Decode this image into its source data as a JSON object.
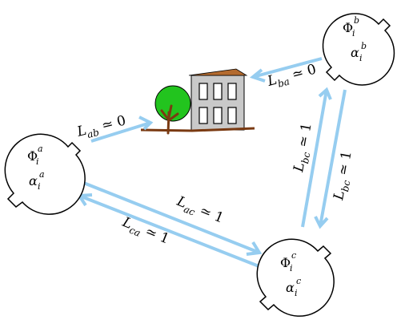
{
  "colors": {
    "arrow": "#96cdf0",
    "tree_leaves": "#22c41e",
    "tree_trunk": "#7a3a12",
    "ground": "#7a3a12",
    "roof": "#b36a2e",
    "building": "#c9c9c9"
  },
  "agents": {
    "a": {
      "phi": "Φ",
      "phi_sub": "i",
      "phi_sup": "a",
      "alpha": "α",
      "alpha_sub": "i",
      "alpha_sup": "a"
    },
    "b": {
      "phi": "Φ",
      "phi_sub": "i",
      "phi_sup": "b",
      "alpha": "α",
      "alpha_sub": "i",
      "alpha_sup": "b"
    },
    "c": {
      "phi": "Φ",
      "phi_sub": "i",
      "phi_sup": "c",
      "alpha": "α",
      "alpha_sub": "i",
      "alpha_sup": "c"
    }
  },
  "edges": {
    "ab": {
      "L": "L",
      "sub": "ab",
      "rel": " ≃ 0"
    },
    "ba": {
      "L": "L",
      "sub": "ba",
      "rel": " ≃ 0"
    },
    "bc_left": {
      "L": "L",
      "sub": "bc",
      "rel": " ≃ 1"
    },
    "bc_right": {
      "L": "L",
      "sub": "bc",
      "rel": " ≃ 1"
    },
    "ac": {
      "L": "L",
      "sub": "ac",
      "rel": " ≃ 1"
    },
    "ca": {
      "L": "L",
      "sub": "ca",
      "rel": " ≃ 1"
    }
  },
  "icons": [
    "house-icon",
    "tree-icon"
  ]
}
